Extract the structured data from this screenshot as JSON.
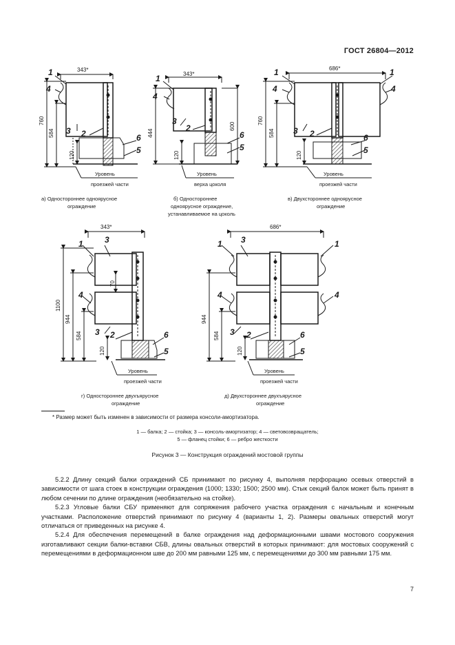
{
  "header": "ГОСТ 26804—2012",
  "dims": {
    "d343": "343*",
    "d686": "686*",
    "h760": "760",
    "h584": "584",
    "h444": "444",
    "h600": "600",
    "h120": "120",
    "h1100": "1100",
    "h944": "944",
    "h70": "70"
  },
  "labels": {
    "n1": "1",
    "n2": "2",
    "n3": "3",
    "n4": "4",
    "n5": "5",
    "n6": "6",
    "level_a": "Уровень",
    "level_a2": "проезжей части",
    "level_b": "Уровень",
    "level_b2": "верха цоколя"
  },
  "captions": {
    "a1": "а) Одностороннее одноярусное",
    "a2": "ограждение",
    "b1": "б) Одностороннее",
    "b2": "одноярусное ограждение,",
    "b3": "устанавливаемое на цоколь",
    "c1": "в) Двухстороннее одноярусное",
    "c2": "ограждение",
    "d1": "г) Одностороннее двухъярусное",
    "d2": "ограждение",
    "e1": "д) Двухстороннее двухъярусное",
    "e2": "ограждение"
  },
  "footnote": "* Размер может быть изменен в зависимости от размера консоли-амортизатора.",
  "legend_line1": "1 — балка; 2 — стойка; 3 — консоль-амортизатор; 4 — световозвращатель;",
  "legend_line2": "5 — фланец стойки; 6 — ребро жесткости",
  "figure_caption": "Рисунок 3 — Конструкция ограждений мостовой группы",
  "paragraphs": [
    "5.2.2 Длину секций балки ограждений СБ принимают по рисунку 4, выполняя перфорацию осевых отверстий в зависимости от шага стоек в конструкции ограждения (1000; 1330; 1500; 2500 мм). Стык секций балок может быть принят в любом сечении по длине ограждения (необязательно на стойке).",
    "5.2.3 Угловые балки СБУ применяют для сопряжения рабочего участка ограждения с начальным и конечным участками. Расположение отверстий принимают по рисунку 4 (варианты 1, 2). Размеры овальных отверстий могут отличаться от приведенных на рисунке 4.",
    "5.2.4 Для обеспечения перемещений в балке ограждения над деформационными швами мостового сооружения изготавливают секции балки-вставки СБВ, длины овальных отверстий в которых принимают: для мостовых сооружений с перемещениями в деформационном шве до 200 мм равными 125 мм, с перемещениями до 300 мм равными 175 мм."
  ],
  "page_number": "7"
}
